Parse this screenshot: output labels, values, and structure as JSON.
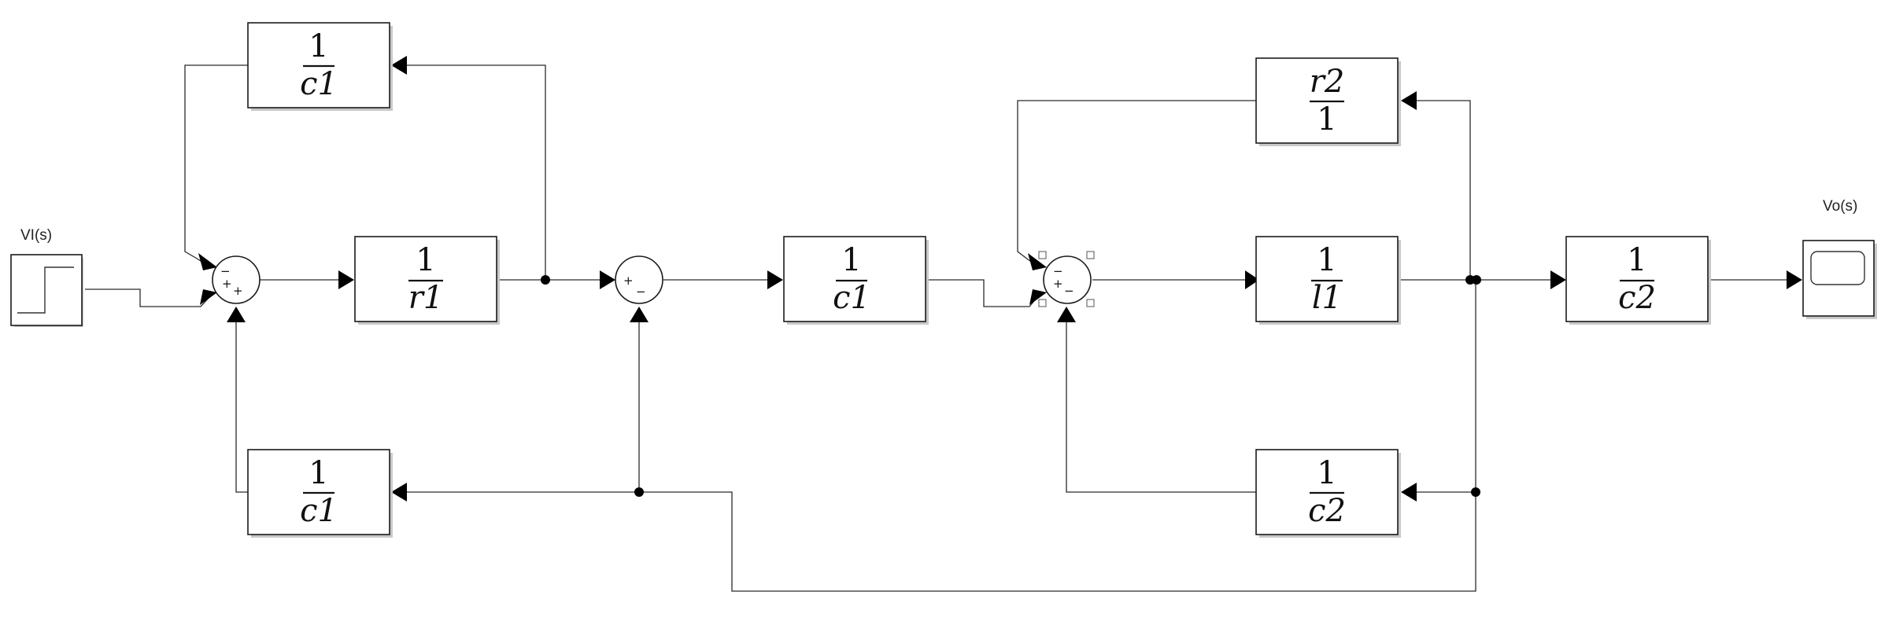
{
  "source": {
    "label": "VI(s)",
    "icon": "step-icon"
  },
  "scope": {
    "label": "Vo(s)",
    "icon": "scope-icon"
  },
  "blocks": {
    "g_top_left": {
      "num": "1",
      "den": "c1"
    },
    "g_r1": {
      "num": "1",
      "den": "r1"
    },
    "g_bottom_left": {
      "num": "1",
      "den": "c1"
    },
    "g_c1_mid": {
      "num": "1",
      "den": "c1"
    },
    "g_top_right": {
      "num": "r2",
      "den": "1"
    },
    "g_l1": {
      "num": "1",
      "den": "l1"
    },
    "g_bottom_right": {
      "num": "1",
      "den": "c2"
    },
    "g_c2_out": {
      "num": "1",
      "den": "c2"
    }
  },
  "sums": {
    "sum1": {
      "signs": [
        "−",
        "+",
        "+"
      ]
    },
    "sum2": {
      "signs": [
        "+",
        "−"
      ]
    },
    "sum3": {
      "signs": [
        "−",
        "+",
        "−"
      ]
    }
  }
}
